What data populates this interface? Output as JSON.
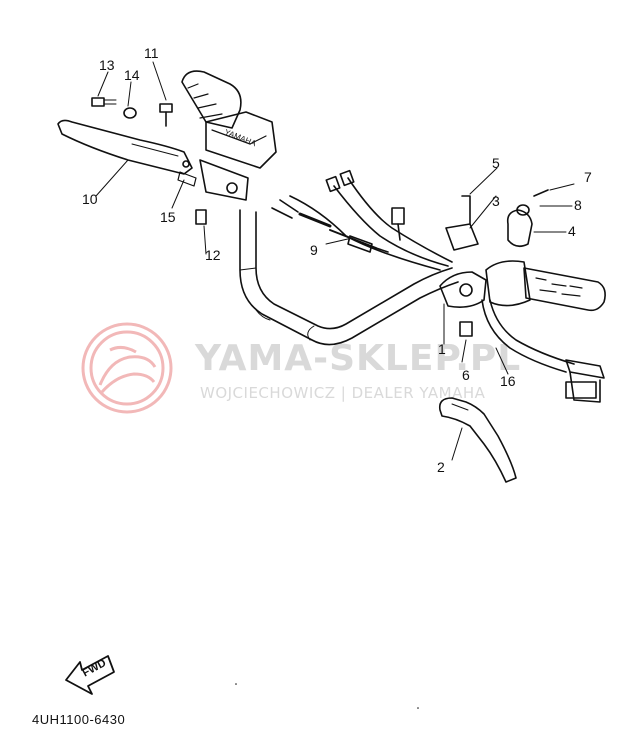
{
  "callouts": {
    "c1": "1",
    "c2": "2",
    "c3": "3",
    "c4": "4",
    "c5": "5",
    "c6": "6",
    "c7": "7",
    "c8": "8",
    "c9": "9",
    "c10": "10",
    "c11": "11",
    "c12": "12",
    "c13": "13",
    "c14": "14",
    "c15": "15",
    "c16": "16"
  },
  "fwd_label": "FWD",
  "diagram_code": "4UH1100-6430",
  "watermark": {
    "title": "YAMA-SKLEP.PL",
    "subtitle": "WOJCIECHOWICZ | DEALER YAMAHA",
    "color": "#d9d9d9",
    "logo_color": "#f2b8b8"
  }
}
